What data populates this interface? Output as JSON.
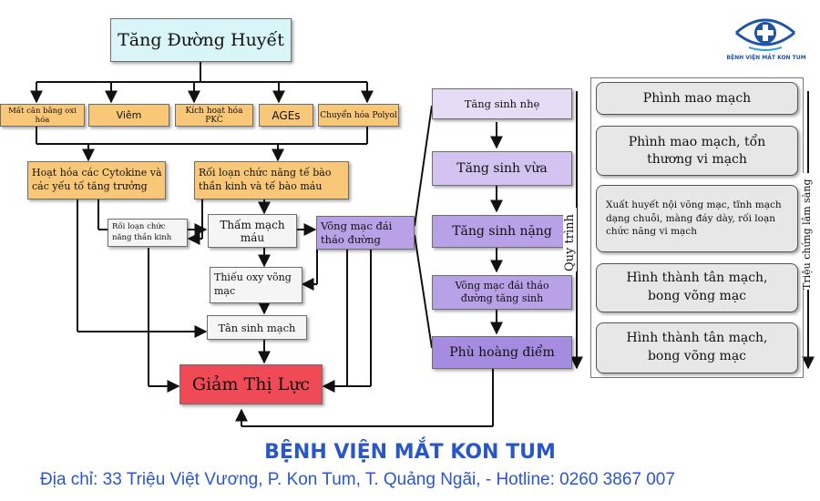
{
  "header": {
    "title": "Tăng Đường Huyết",
    "logo_text": "BỆNH VIỆN MẮT KON TUM"
  },
  "causes": [
    "Mất cân bằng oxi hóa",
    "Viêm",
    "Kích hoạt hóa PKC",
    "AGEs",
    "Chuyển hóa Polyol"
  ],
  "mid": {
    "cytokine": "Hoạt hóa các Cytokine và các yếu tố tăng trưởng",
    "dysfunction": "Rối loạn chức năng tế bào thần kinh và tế bào máu",
    "neuro": "Rối loạn chức năng thần kinh",
    "leak": "Thấm mạch máu",
    "retinopathy": "Võng mạc đái tháo đường",
    "hypoxia": "Thiếu oxy võng mạc",
    "neovasc": "Tân sinh mạch",
    "vision_loss": "Giảm Thị Lực"
  },
  "stages": [
    "Tăng sinh nhẹ",
    "Tăng sinh vừa",
    "Tăng sinh nặng",
    "Võng mạc đái tháo đường tăng sinh",
    "Phù hoàng điểm"
  ],
  "process_label": "Quy trình",
  "symptoms_label": "Triệu chứng lâm sàng",
  "symptoms": [
    "Phình mao mạch",
    "Phình mao mạch, tổn thương vi mạch",
    "Xuất huyết nội võng mạc, tĩnh mạch dạng chuỗi, màng đáy dày, rối loạn chức năng vi mạch",
    "Hình thành tân mạch, bong võng mạc",
    "Hình thành tân mạch, bong võng mạc"
  ],
  "footer": {
    "title": "BỆNH VIỆN MẮT KON TUM",
    "address": "Địa chỉ: 33 Triệu Việt Vương, P. Kon Tum, T. Quảng Ngãi, - Hotline: 0260 3867 007"
  },
  "colors": {
    "orange": "#f8c777",
    "purple": "#a68ce0",
    "red": "#f04a57",
    "blue_text": "#2a57c8"
  }
}
